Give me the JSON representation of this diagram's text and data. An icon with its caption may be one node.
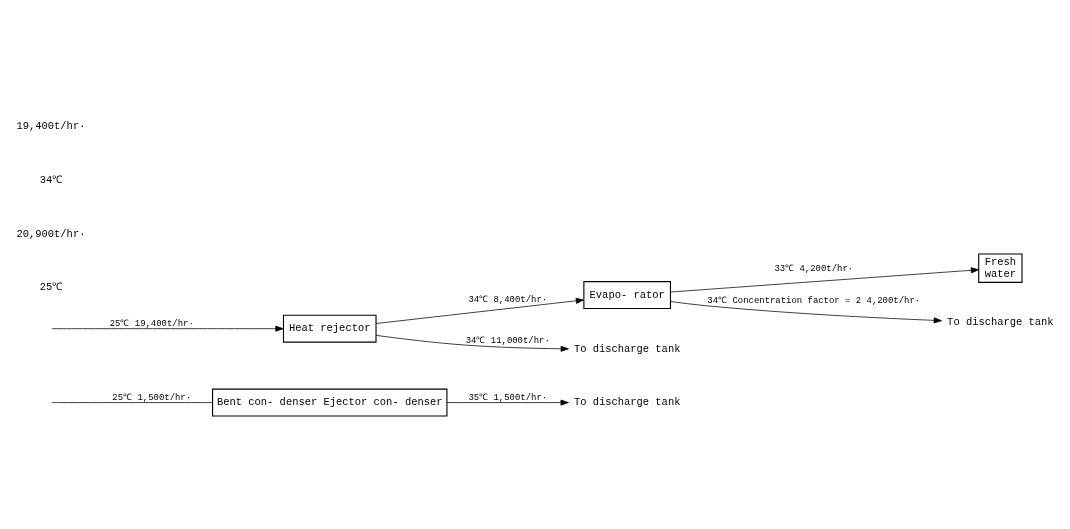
{
  "diagram": {
    "nodes": [
      {
        "text": [
          "Bent con- denser Ejector con- denser"
        ]
      },
      {
        "text": [
          "Heat rejector"
        ]
      },
      {
        "text": [
          "Evapo- rator"
        ]
      },
      {
        "text": [
          "Fresh",
          "water"
        ]
      },
      {
        "text": [
          "To discharge tank"
        ]
      },
      {
        "text": [
          "To discharge tank"
        ]
      },
      {
        "text": [
          "To discharge tank"
        ]
      }
    ],
    "edges": [
      {
        "from": null,
        "to": 0,
        "arrow": "none",
        "label": "25℃ 1,500t/hr·"
      },
      {
        "from": null,
        "to": 1,
        "arrow": "to",
        "label": "25℃ 19,400t/hr·"
      },
      {
        "from": 0,
        "to": 4,
        "arrow": "to",
        "label": "35℃ 1,500t/hr·"
      },
      {
        "from": 1,
        "to": 5,
        "arrow": "to",
        "label": "34℃ 11,000t/hr·"
      },
      {
        "from": 1,
        "to": 2,
        "arrow": "to",
        "label": "34℃ 8,400t/hr·"
      },
      {
        "from": 2,
        "to": 6,
        "arrow": "to",
        "label": "34℃ Concentration factor = 2 4,200t/hr·"
      },
      {
        "from": 2,
        "to": 3,
        "arrow": "to",
        "label": "33℃ 4,200t/hr·"
      }
    ],
    "labels": [
      "25℃",
      "20,900t/hr·",
      "34℃",
      "19,400t/hr·"
    ]
  }
}
